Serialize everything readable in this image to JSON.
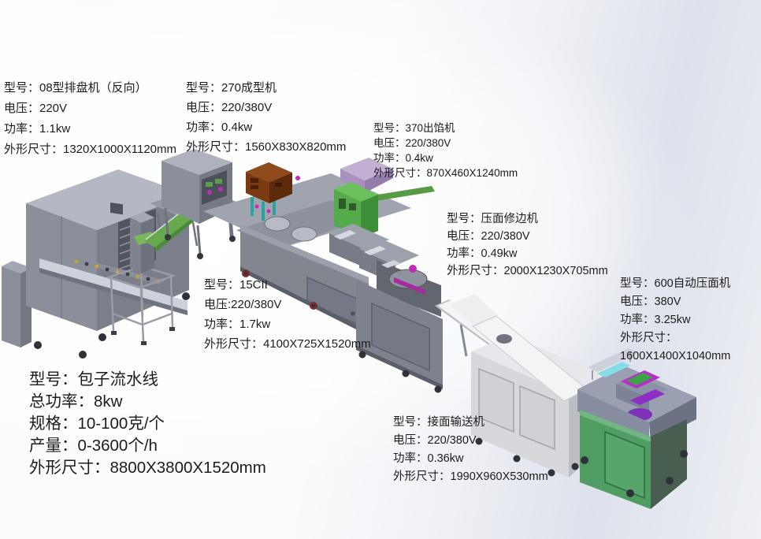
{
  "spec_blocks": [
    {
      "lines": [
        "型号：08型排盘机（反向）",
        "电压：220V",
        "功率：1.1kw",
        "外形尺寸：1320X1000X1120mm"
      ]
    },
    {
      "lines": [
        "型号：270成型机",
        "电压：220/380V",
        "功率：0.4kw",
        "外形尺寸：1560X830X820mm"
      ]
    },
    {
      "lines": [
        "型号：370出馅机",
        "电压：220/380V",
        "功率：0.4kw",
        "外形尺寸：870X460X1240mm"
      ]
    },
    {
      "lines": [
        "型号：压面修边机",
        "电压：220/380V",
        "功率：0.49kw",
        "外形尺寸：2000X1230X705mm"
      ]
    },
    {
      "lines": [
        "型号：600自动压面机",
        "电压：380V",
        "功率：3.25kw",
        "外形尺寸：",
        "1600X1400X1040mm"
      ]
    },
    {
      "lines": [
        "型号：15CII",
        "电压:220/380V",
        "功率：1.7kw",
        "外形尺寸：4100X725X1520mm"
      ]
    },
    {
      "lines": [
        "型号：包子流水线",
        "总功率：8kw",
        "规格：10-100克/个",
        "产量：0-3600个/h",
        "外形尺寸：8800X3800X1520mm"
      ]
    },
    {
      "lines": [
        "型号：接面输送机",
        "电压：220/380V",
        "功率：0.36kw",
        "外形尺寸：1990X960X530mm"
      ]
    }
  ],
  "colors": {
    "machine_gray": "#8b8f9a",
    "machine_gray_light": "#b4b8c2",
    "machine_gray_dark": "#71757f",
    "belt_green": "#68a94e",
    "electric_box_brown": "#7a3b12",
    "hopper_lavender": "#a991bd",
    "filling_body_green": "#55ab4b",
    "press600_green": "#4f9d62",
    "accent_magenta": "#c12cb6",
    "leg_teal": "#2aa39b",
    "conveyor_white": "#f3f4f6",
    "text": "#1c1c1e",
    "background_shade": "#dee2eb"
  }
}
